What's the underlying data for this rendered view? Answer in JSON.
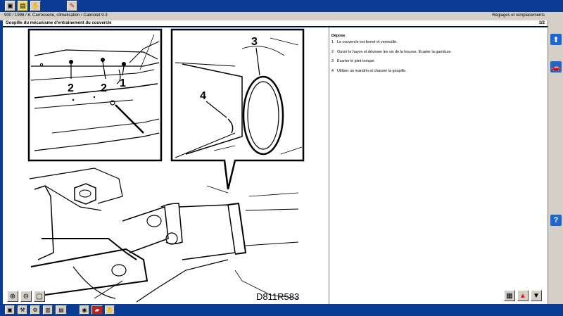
{
  "breadcrumb": {
    "path": "900 / 1998 / 8. Carrosserie, climatisation / Cabriolet 9-3",
    "section": "Réglages et remplacements"
  },
  "page": {
    "title": "Goupille du mécanisme d'entraînement du couvercle",
    "counter": "1/2"
  },
  "illustration": {
    "code": "D811R583",
    "callouts": [
      "2",
      "2",
      "1",
      "3",
      "4"
    ]
  },
  "instructions": {
    "heading": "Dépose",
    "steps": [
      {
        "num": "1",
        "text": "Le couvercle est fermé et verrouillé."
      },
      {
        "num": "2",
        "text": "Ouvrir le hayon et dévisser les vis de la housse. Ecarter la garniture."
      },
      {
        "num": "3",
        "text": "Ecarter le joint torique."
      },
      {
        "num": "4",
        "text": "Utiliser un mandrin et chasser la goupille."
      }
    ]
  },
  "icons": {
    "top": [
      "home-icon",
      "document-icon",
      "hand-icon",
      "pencil-icon"
    ],
    "zoom": [
      "zoom-in-icon",
      "zoom-out-icon",
      "fit-icon"
    ],
    "nav": [
      "overview-icon",
      "arrow-up-icon",
      "arrow-down-icon"
    ],
    "side": [
      "arrow-up-icon",
      "car-icon",
      "help-icon"
    ],
    "bottom": [
      "home-icon",
      "tool-icon",
      "gear-icon",
      "tray-icon",
      "counter-icon",
      "world-icon",
      "car-diag-icon",
      "hand-icon"
    ]
  },
  "colors": {
    "frame": "#0a3c96",
    "panel": "#d4d0c8",
    "side_button": "#1e66d0",
    "nav_up": "#e02020"
  }
}
